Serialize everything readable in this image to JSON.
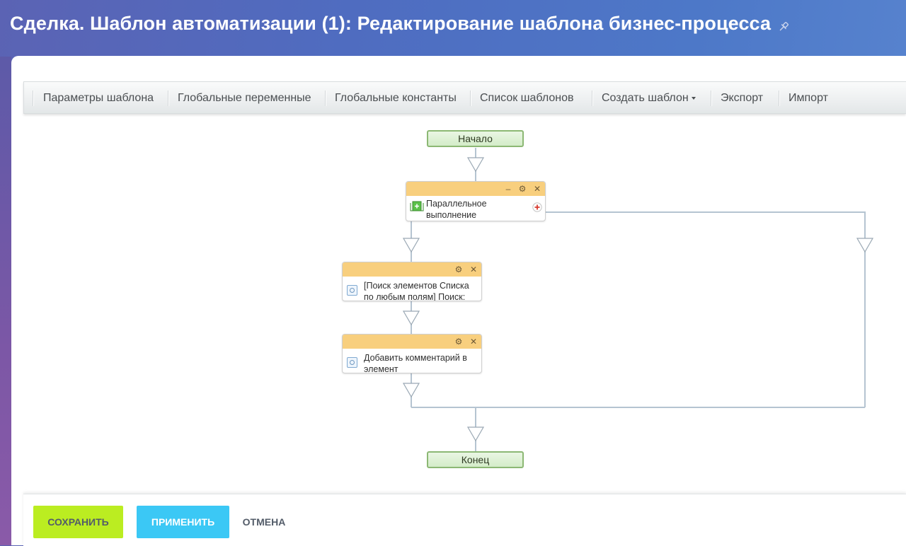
{
  "page": {
    "title": "Сделка. Шаблон автоматизации (1): Редактирование шаблона бизнес-процесса"
  },
  "toolbar": {
    "items": [
      {
        "label": "Параметры шаблона"
      },
      {
        "label": "Глобальные переменные"
      },
      {
        "label": "Глобальные константы"
      },
      {
        "label": "Список шаблонов"
      },
      {
        "label": "Создать шаблон",
        "has_dropdown": true
      },
      {
        "label": "Экспорт"
      },
      {
        "label": "Импорт"
      }
    ]
  },
  "diagram": {
    "start_label": "Начало",
    "end_label": "Конец",
    "activities": [
      {
        "line1": "Параллельное",
        "line2": "выполнение",
        "icon": "parallel-icon"
      },
      {
        "line1": "[Поиск элементов Списка",
        "line2": "по любым полям] Поиск:",
        "icon": "activity-icon"
      },
      {
        "line1": "Добавить комментарий в",
        "line2": "элемент",
        "icon": "activity-icon"
      }
    ]
  },
  "footer": {
    "save_label": "СОХРАНИТЬ",
    "apply_label": "ПРИМЕНИТЬ",
    "cancel_label": "ОТМЕНА"
  },
  "colors": {
    "save_button": "#bbed21",
    "apply_button": "#3bc8f5",
    "activity_header": "#f8cf7e",
    "terminal_fill": "#d3ecc8",
    "terminal_border": "#8cb874",
    "connector": "#b5c4d1"
  }
}
